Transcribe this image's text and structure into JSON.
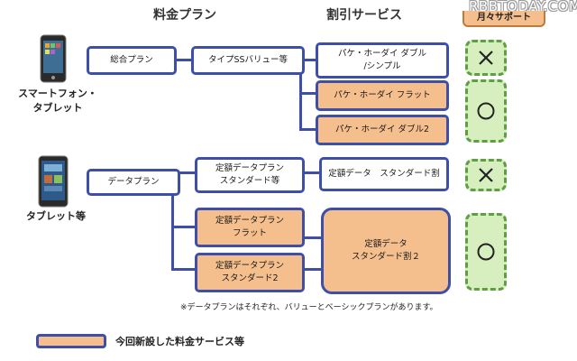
{
  "headers": {
    "plan": "料金プラン",
    "discount": "割引サービス",
    "tab": "月々サポート"
  },
  "watermark": "RBBTODAY.COM",
  "devices": {
    "smartphone_label": "スマートフォン・\nタブレット",
    "tablet_label": "タブレット等"
  },
  "upper": {
    "plan": "総合プラン",
    "subplan": "タイプSSバリュー等",
    "discounts": [
      "パケ・ホーダイ ダブル\n/シンプル",
      "パケ・ホーダイ フラット",
      "パケ・ホーダイ ダブル2"
    ]
  },
  "lower": {
    "plan": "データプラン",
    "subplans": [
      "定額データプラン\nスタンダード等",
      "定額データプラン\nフラット",
      "定額データプラン\nスタンダード2"
    ],
    "discounts": [
      "定額データ　スタンダード割",
      "定額データ\nスタンダード割２"
    ]
  },
  "marks": [
    "×",
    "○",
    "×",
    "○"
  ],
  "note": "※データプランはそれぞれ、バリューとベーシックプランがあります。",
  "legend": "今回新設した料金サービス等",
  "colors": {
    "line": "#3d4fa6",
    "new_fill": "#f5be8d",
    "mark_fill": "#d7efbf",
    "mark_border": "#5f9e46"
  }
}
